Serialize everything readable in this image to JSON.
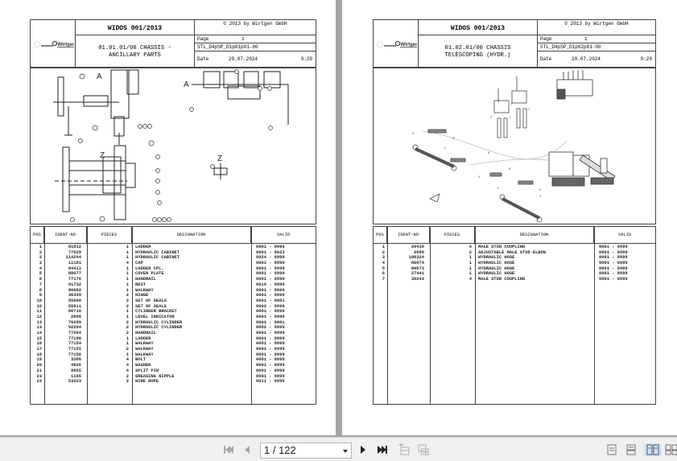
{
  "pages": [
    {
      "header": {
        "title": "WIDOS 001/2013",
        "copyright": "© 2013 by Wirtgen GmbH",
        "brand": "Wirtgen",
        "desc_line1": "01.01.01/00 CHASSIS -",
        "desc_line2": "ANCILLARY PARTS",
        "page_label": "Page",
        "page_num": "1",
        "ref": "STL_D4pSP_D1p01p01-00",
        "date_label": "Date",
        "date": "29.07.2024",
        "time": "9:29"
      },
      "drawing": {
        "labels": [
          "A",
          "A",
          "Z",
          "Z"
        ]
      },
      "table": {
        "headers": [
          "POS",
          "IDENT-NO",
          "PIECES",
          "DESIGNATION",
          "VALID"
        ],
        "rows": [
          [
            "1",
            "81812",
            "1",
            "LADDER",
            "0001 - 9999"
          ],
          [
            "2",
            "77029",
            "1",
            "HYDRAULIC CABINET",
            "0001 - 0023"
          ],
          [
            "2",
            "114244",
            "1",
            "HYDRAULIC CABINET",
            "0024 - 9999"
          ],
          [
            "3",
            "11181",
            "4",
            "CAP",
            "0001 - 9999"
          ],
          [
            "4",
            "84411",
            "1",
            "LADDER CPL.",
            "0001 - 9999"
          ],
          [
            "5",
            "88077",
            "1",
            "COVER PLATE",
            "0001 - 9999"
          ],
          [
            "6",
            "77176",
            "1",
            "HANDRAIL",
            "0001 - 9999"
          ],
          [
            "7",
            "91732",
            "1",
            "REST",
            "0019 - 9999"
          ],
          [
            "8",
            "80682",
            "1",
            "WALKWAY",
            "0001 - 9999"
          ],
          [
            "9",
            "36349",
            "2",
            "HINGE",
            "0001 - 9999"
          ],
          [
            "10",
            "55808",
            "2",
            "SET OF SEALS",
            "0001 - 0001"
          ],
          [
            "10",
            "55811",
            "2",
            "SET OF SEALS",
            "0002 - 9999"
          ],
          [
            "11",
            "80710",
            "1",
            "CYLINDER BRACKET",
            "0001 - 9999"
          ],
          [
            "12",
            "2896",
            "1",
            "LEVEL INDICATOR",
            "0001 - 9999"
          ],
          [
            "13",
            "76299",
            "2",
            "HYDRAULIC CYLINDER",
            "0001 - 0001"
          ],
          [
            "13",
            "92294",
            "2",
            "HYDRAULIC CYLINDER",
            "0002 - 9999"
          ],
          [
            "14",
            "77204",
            "2",
            "HANDRAIL",
            "0001 - 9999"
          ],
          [
            "15",
            "77196",
            "1",
            "LADDER",
            "0001 - 9999"
          ],
          [
            "16",
            "77154",
            "1",
            "WALKWAY",
            "0001 - 9999"
          ],
          [
            "17",
            "77155",
            "2",
            "WALKWAY",
            "0001 - 9999"
          ],
          [
            "18",
            "77156",
            "1",
            "WALKWAY",
            "0001 - 9999"
          ],
          [
            "19",
            "3386",
            "4",
            "BOLT",
            "0001 - 9999"
          ],
          [
            "20",
            "4826",
            "4",
            "WASHER",
            "0001 - 9999"
          ],
          [
            "21",
            "9855",
            "4",
            "SPLIT PIN",
            "0001 - 9999"
          ],
          [
            "23",
            "1105",
            "2",
            "GREASING NIPPLE",
            "0001 - 9999"
          ],
          [
            "24",
            "53223",
            "2",
            "WIRE ROPE",
            "0011 - 9999"
          ]
        ]
      }
    },
    {
      "header": {
        "title": "WIDOS 001/2013",
        "copyright": "© 2013 by Wirtgen GmbH",
        "brand": "Wirtgen",
        "desc_line1": "01.02.01/00 CHASSIS",
        "desc_line2": "TELESCOPING (HYDR.)",
        "page_label": "Page",
        "page_num": "1",
        "ref": "STL_D4pSP_D1p02p01-00",
        "date_label": "Date",
        "date": "29.07.2024",
        "time": "9:29"
      },
      "table": {
        "headers": [
          "POS",
          "IDENT-NO",
          "PIECES",
          "DESIGNATION",
          "VALID"
        ],
        "rows": [
          [
            "1",
            "20436",
            "4",
            "MALE STUD COUPLING",
            "0001 - 9999"
          ],
          [
            "2",
            "2888",
            "2",
            "ADJUSTABLE MALE STUD ELBOW",
            "0001 - 9999"
          ],
          [
            "3",
            "106324",
            "1",
            "HYDRAULIC HOSE",
            "0001 - 9999"
          ],
          [
            "4",
            "80674",
            "1",
            "HYDRAULIC HOSE",
            "0001 - 9999"
          ],
          [
            "5",
            "80673",
            "1",
            "HYDRAULIC HOSE",
            "0001 - 9999"
          ],
          [
            "6",
            "27441",
            "1",
            "HYDRAULIC HOSE",
            "0001 - 9999"
          ],
          [
            "7",
            "30243",
            "4",
            "MALE STUD COUPLING",
            "0001 - 9999"
          ]
        ]
      }
    }
  ],
  "toolbar": {
    "page_indicator": "1 / 122",
    "buttons": [
      "first-page",
      "previous-page",
      "next-page",
      "last-page",
      "previous-view",
      "next-view"
    ],
    "view_modes": [
      "single-page",
      "continuous",
      "two-page",
      "two-page-continuous"
    ],
    "active_view_mode": "two-page"
  },
  "colors": {
    "viewer_bg": "#a6a6a6",
    "toolbar_bg": "#f0f0f0",
    "active_view": "#cde3f7"
  }
}
